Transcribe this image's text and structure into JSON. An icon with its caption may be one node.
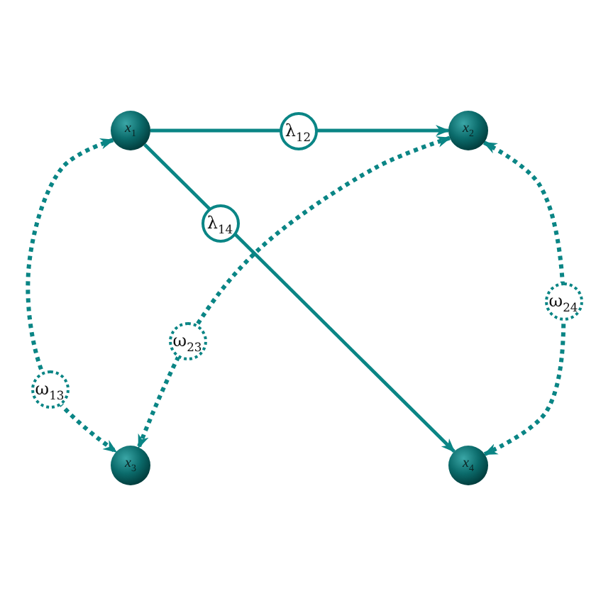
{
  "diagram": {
    "nodes": [
      {
        "text": [
          "x$_{1}$"
        ]
      },
      {
        "text": [
          "x$_{2}$"
        ]
      },
      {
        "text": [
          "x$_{3}$"
        ]
      },
      {
        "text": [
          "x$_{4}$"
        ]
      }
    ],
    "edges": [
      {
        "from": 0,
        "to": 1,
        "arrow": "to",
        "label": "λ$_{12}$"
      },
      {
        "from": 0,
        "to": 3,
        "arrow": "to",
        "label": "λ$_{14}$"
      },
      {
        "from": 0,
        "to": 2,
        "arrow": "both",
        "label": "ω$_{13}$",
        "style": "dashed"
      },
      {
        "from": 1,
        "to": 2,
        "arrow": "both",
        "label": "ω$_{23}$",
        "style": "dashed"
      },
      {
        "from": 1,
        "to": 3,
        "arrow": "both",
        "label": "ω$_{24}$",
        "style": "dashed"
      }
    ]
  }
}
